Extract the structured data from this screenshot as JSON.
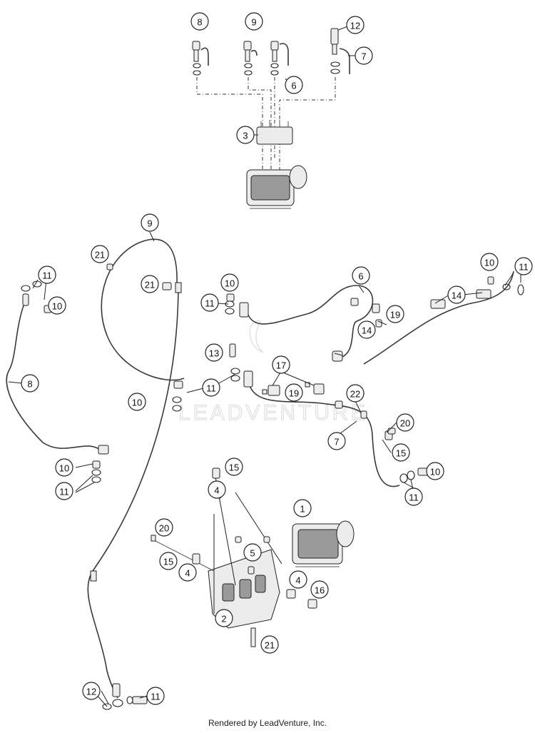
{
  "footer": {
    "credit": "Rendered by LeadVenture, Inc."
  },
  "watermark": {
    "text": "LEADVENTURE"
  },
  "callouts": [
    "1",
    "2",
    "3",
    "4",
    "4",
    "4",
    "5",
    "6",
    "6",
    "7",
    "7",
    "8",
    "8",
    "9",
    "9",
    "10",
    "10",
    "10",
    "10",
    "10",
    "10",
    "11",
    "11",
    "11",
    "11",
    "11",
    "11",
    "11",
    "12",
    "12",
    "13",
    "14",
    "14",
    "15",
    "15",
    "15",
    "16",
    "17",
    "19",
    "19",
    "20",
    "20",
    "21",
    "21",
    "21",
    "22"
  ]
}
